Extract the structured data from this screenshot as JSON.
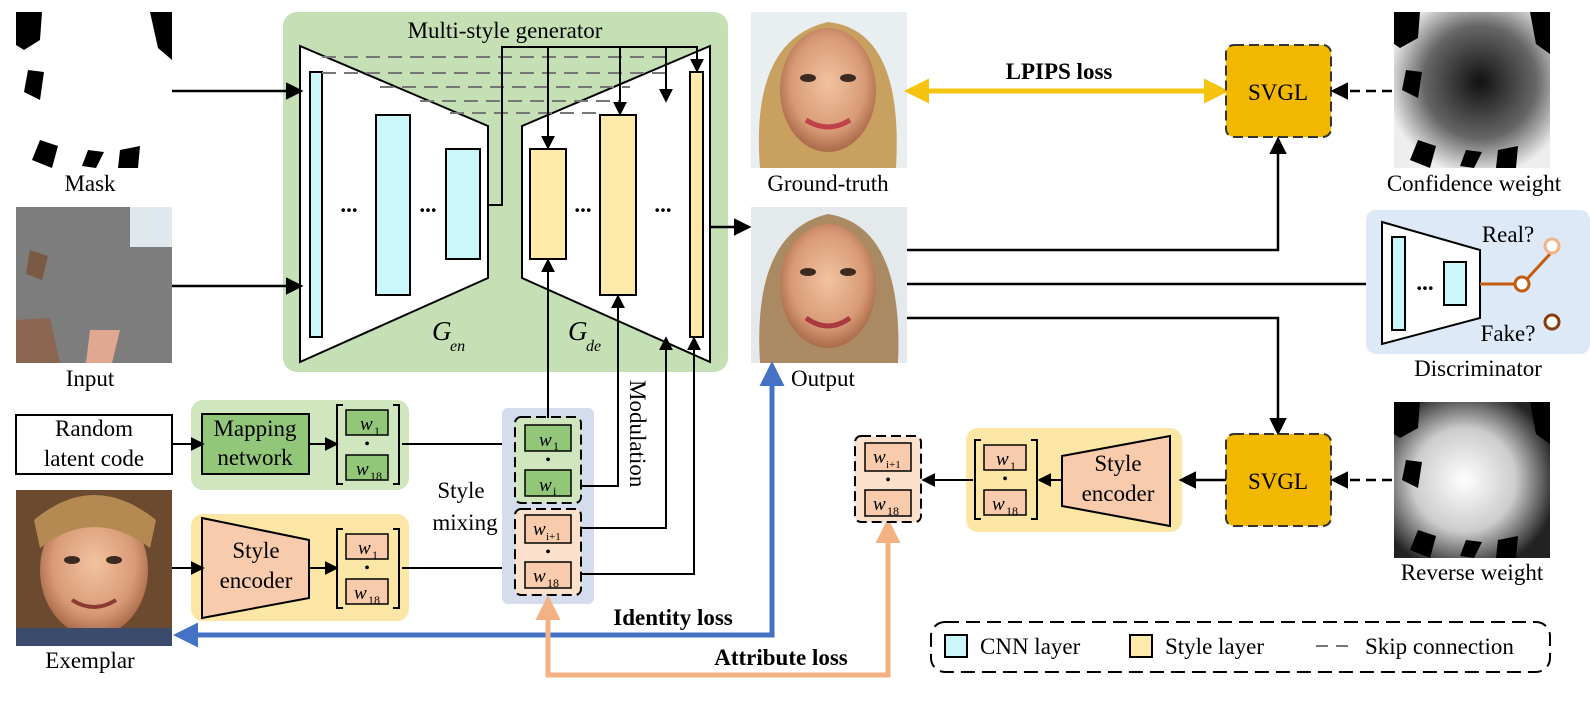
{
  "images": {
    "mask": "Mask",
    "input": "Input",
    "exemplar": "Exemplar",
    "ground_truth": "Ground-truth",
    "output": "Output",
    "confidence_weight": "Confidence weight",
    "reverse_weight": "Reverse weight"
  },
  "generator": {
    "title": "Multi-style generator",
    "encoder_label": "G",
    "encoder_sub": "en",
    "decoder_label": "G",
    "decoder_sub": "de",
    "ellipsis": "..."
  },
  "modules": {
    "random_latent_line1": "Random",
    "random_latent_line2": "latent code",
    "mapping_line1": "Mapping",
    "mapping_line2": "network",
    "style_encoder_line1": "Style",
    "style_encoder_line2": "encoder",
    "svgl": "SVGL",
    "discriminator": "Discriminator",
    "real": "Real?",
    "fake": "Fake?"
  },
  "vectors": {
    "w": "w",
    "sub_1": "1",
    "sub_18": "18",
    "sub_i": "i",
    "sub_i1": "i+1",
    "dots": "•"
  },
  "annotations": {
    "modulation": "Modulation",
    "style_mixing_line1": "Style",
    "style_mixing_line2": "mixing",
    "lpips_loss": "LPIPS loss",
    "identity_loss": "Identity loss",
    "attribute_loss": "Attribute loss"
  },
  "legend": {
    "cnn": "CNN layer",
    "style": "Style layer",
    "skip": "Skip connection"
  },
  "colors": {
    "generator_bg": "#c5e0b4",
    "cnn": "#ccf7fa",
    "style": "#fde9a9",
    "svgl": "#f2b800",
    "lpips": "#f5c40e",
    "identity": "#4472c4",
    "attribute": "#f4b183",
    "mapping_bg": "#cfe6bf",
    "encoder_bg": "#fbe6a5",
    "encoder_fill": "#f8cbad",
    "mapping_fill": "#92c77a",
    "mixing_bg": "#d4dced",
    "disc_bg": "#dde9f6"
  }
}
